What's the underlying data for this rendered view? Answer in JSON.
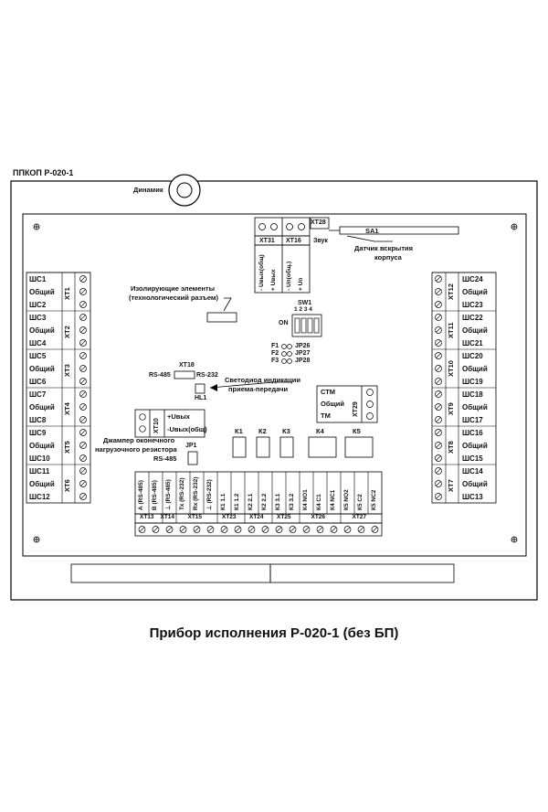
{
  "device_title": "ППКОП Р-020-1",
  "caption": "Прибор исполнения Р-020-1 (без БП)",
  "dynamic_label": "Динамик",
  "xt28": "ХТ28",
  "zvuk": "Звук",
  "sa1": "SA1",
  "sensor_label_1": "Датчик вскрытия",
  "sensor_label_2": "корпуса",
  "xt31": "ХТ31",
  "xt16": "ХТ16",
  "xt31_pins": [
    "- Uвых(общ)",
    "+ Uвых"
  ],
  "xt16_pins": [
    "- Uп(общ.)",
    "+ Uп"
  ],
  "isolating_1": "Изолирующие элементы",
  "isolating_2": "(технологический разъем)",
  "sw1": "SW1",
  "sw1_nums": "1 2 3 4",
  "on_label": "ON",
  "f1": "F1",
  "f2": "F2",
  "f3": "F3",
  "jp26": "JP26",
  "jp27": "JP27",
  "jp28": "JP28",
  "xt18": "ХТ18",
  "rs485": "RS-485",
  "rs232": "RS-232",
  "hl1": "HL1",
  "led_1": "Светодиод индикации",
  "led_2": "приема-передачи",
  "xt29": "ХТ29",
  "xt29_rows": [
    "СТМ",
    "Общий",
    "ТМ"
  ],
  "xt10": "ХТ10",
  "xt10_rows": [
    "+Uвых",
    "-Uвых(общ)"
  ],
  "jumper_1": "Джампер оконечного",
  "jumper_2": "нагрузочного резистора",
  "jumper_3": "RS-485",
  "jp1": "JP1",
  "left_blocks": [
    {
      "name": "ХТ1",
      "rows": [
        "ШС1",
        "Общий",
        "ШС2"
      ]
    },
    {
      "name": "ХТ2",
      "rows": [
        "ШС3",
        "Общий",
        "ШС4"
      ]
    },
    {
      "name": "ХТ3",
      "rows": [
        "ШС5",
        "Общий",
        "ШС6"
      ]
    },
    {
      "name": "ХТ4",
      "rows": [
        "ШС7",
        "Общий",
        "ШС8"
      ]
    },
    {
      "name": "ХТ5",
      "rows": [
        "ШС9",
        "Общий",
        "ШС10"
      ]
    },
    {
      "name": "ХТ6",
      "rows": [
        "ШС11",
        "Общий",
        "ШС12"
      ]
    }
  ],
  "right_blocks": [
    {
      "name": "ХТ12",
      "rows": [
        "ШС24",
        "Общий",
        "ШС23"
      ]
    },
    {
      "name": "ХТ11",
      "rows": [
        "ШС22",
        "Общий",
        "ШС21"
      ]
    },
    {
      "name": "ХТ10",
      "rows": [
        "ШС20",
        "Общий",
        "ШС19"
      ]
    },
    {
      "name": "ХТ9",
      "rows": [
        "ШС18",
        "Общий",
        "ШС17"
      ]
    },
    {
      "name": "ХТ8",
      "rows": [
        "ШС16",
        "Общий",
        "ШС15"
      ]
    },
    {
      "name": "ХТ7",
      "rows": [
        "ШС14",
        "Общий",
        "ШС13"
      ]
    }
  ],
  "relays": [
    "К1",
    "К2",
    "К3",
    "К4",
    "К5"
  ],
  "bottom_pins": [
    "А (RS-485)",
    "В (RS-485)",
    "⊥ (RS-485)",
    "Тх (RS-232)",
    "Rx (RS-232)",
    "⊥ (RS-232)",
    "К1 1.1",
    "К1 1.2",
    "К2 2.1",
    "К2 2.2",
    "К3 3.1",
    "К3 3.2",
    "К4 NO1",
    "К4 C1",
    "К4 NC1",
    "К5 NO2",
    "К5 C2",
    "К5 NC2"
  ],
  "bottom_blocks": [
    "ХТ13",
    "ХТ14",
    "ХТ15",
    "ХТ23",
    "ХТ24",
    "ХТ25",
    "ХТ26",
    "ХТ27"
  ]
}
